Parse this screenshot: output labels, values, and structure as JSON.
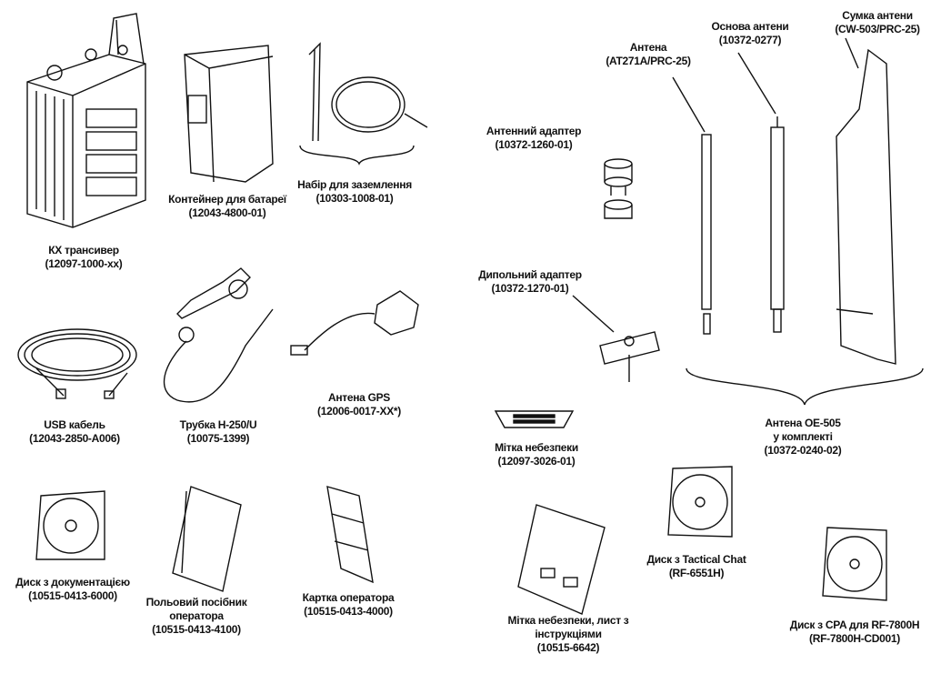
{
  "items": {
    "transceiver": {
      "name": "КХ трансивер",
      "code": "(12097-1000-xx)"
    },
    "battery_box": {
      "name": "Контейнер для батареї",
      "code": "(12043-4800-01)"
    },
    "ground_kit": {
      "name": "Набір для заземлення",
      "code": "(10303-1008-01)"
    },
    "usb_cable": {
      "name": "USB кабель",
      "code": "(12043-2850-A006)"
    },
    "handset": {
      "name": "Трубка H-250/U",
      "code": "(10075-1399)"
    },
    "gps_antenna": {
      "name": "Антена GPS",
      "code": "(12006-0017-XX*)"
    },
    "doc_disc": {
      "name": "Диск з документацією",
      "code": "(10515-0413-6000)"
    },
    "field_guide": {
      "name1": "Польовий посібник",
      "name2": "оператора",
      "code": "(10515-0413-4100)"
    },
    "operator_card": {
      "name": "Картка оператора",
      "code": "(10515-0413-4000)"
    },
    "antenna_adapter": {
      "name": "Антенний адаптер",
      "code": "(10372-1260-01)"
    },
    "dipole_adapter": {
      "name": "Дипольний адаптер",
      "code": "(10372-1270-01)"
    },
    "antenna": {
      "name": "Антена",
      "code": "(AT271A/PRC-25)"
    },
    "antenna_base": {
      "name": "Основа антени",
      "code": "(10372-0277)"
    },
    "antenna_bag": {
      "name": "Сумка антени",
      "code": "(CW-503/PRC-25)"
    },
    "antenna_kit": {
      "name1": "Антена OE-505",
      "name2": "у комплекті",
      "code": "(10372-0240-02)"
    },
    "hazard_label": {
      "name": "Мітка небезпеки",
      "code": "(12097-3026-01)"
    },
    "hazard_sheet": {
      "name1": "Мітка небезпеки, лист з",
      "name2": "інструкціями",
      "code": "(10515-6642)"
    },
    "tactical_chat_disc": {
      "name": "Диск з Tactical Chat",
      "code": "(RF-6551H)"
    },
    "cpa_disc": {
      "name": "Диск з CPA для RF-7800H",
      "code": "(RF-7800H-CD001)"
    }
  }
}
